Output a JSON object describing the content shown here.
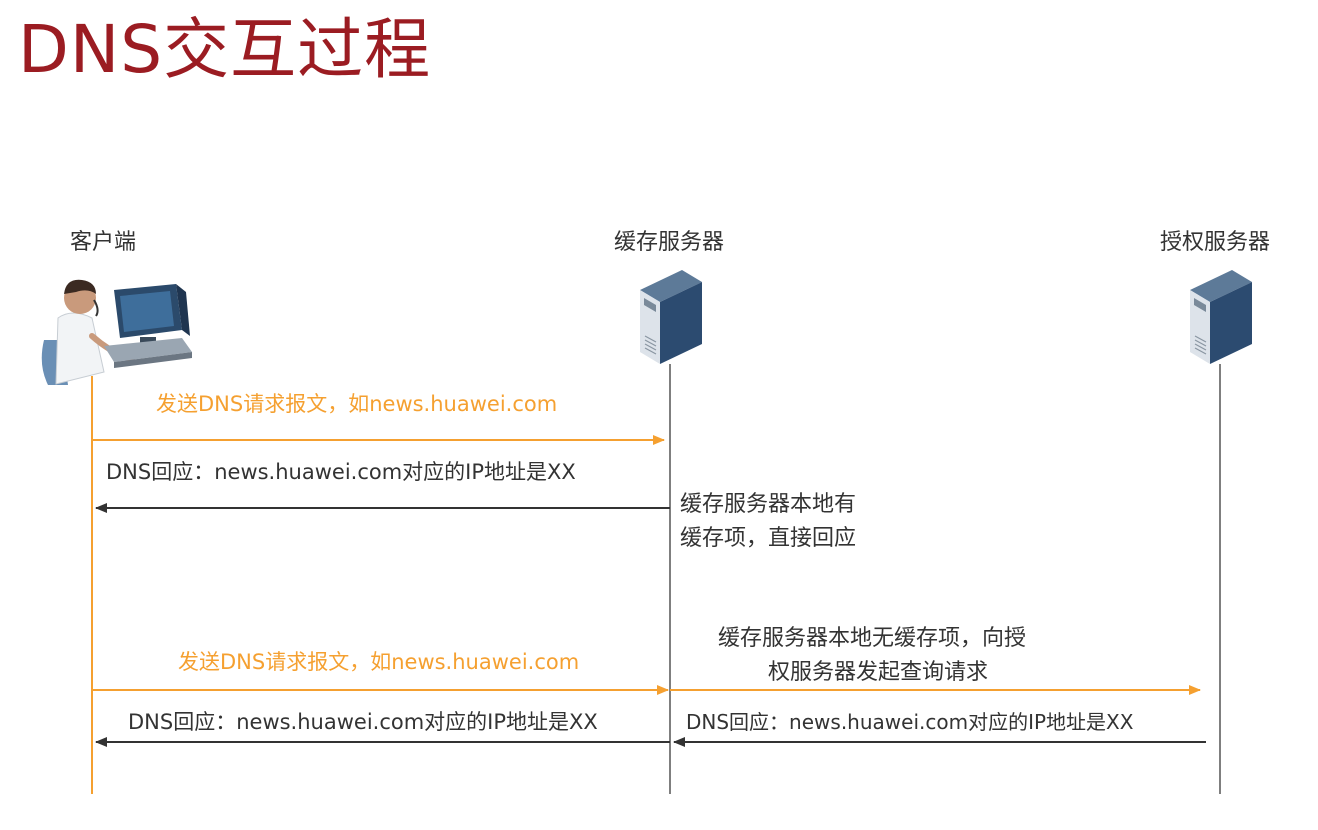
{
  "title": "DNS交互过程",
  "actors": {
    "client": "客户端",
    "cache_server": "缓存服务器",
    "auth_server": "授权服务器"
  },
  "messages": {
    "request_1": "发送DNS请求报文，如news.huawei.com",
    "response_1": "DNS回应：news.huawei.com对应的IP地址是XX",
    "note_cache_hit_line1": "缓存服务器本地有",
    "note_cache_hit_line2": "缓存项，直接回应",
    "request_2": "发送DNS请求报文，如news.huawei.com",
    "note_cache_miss_line1": "缓存服务器本地无缓存项，向授",
    "note_cache_miss_line2": "权服务器发起查询请求",
    "response_2_client": "DNS回应：news.huawei.com对应的IP地址是XX",
    "response_2_auth": "DNS回应：news.huawei.com对应的IP地址是XX"
  },
  "colors": {
    "title": "#9b1c22",
    "request_arrow": "#f5a030",
    "response_arrow": "#333333",
    "client_lifeline": "#f5a030",
    "server_lifeline": "#555555"
  },
  "icons": {
    "client": "user-at-computer-icon",
    "cache_server": "server-tower-icon",
    "auth_server": "server-tower-icon"
  }
}
